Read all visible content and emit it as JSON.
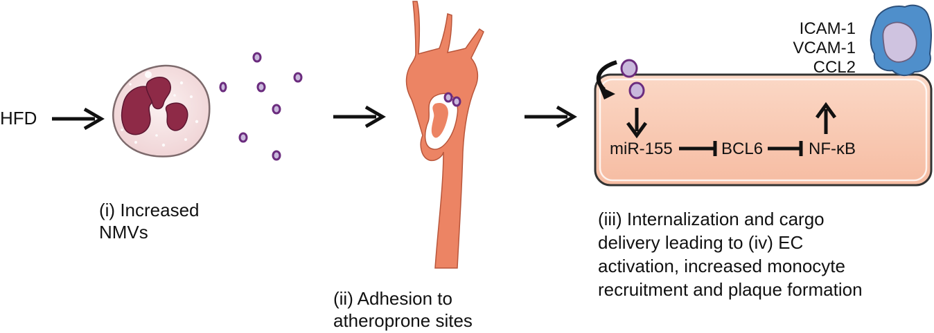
{
  "input": {
    "label": "HFD"
  },
  "steps": [
    {
      "caption_lines": [
        "(i) Increased",
        "NMVs"
      ]
    },
    {
      "caption_lines": [
        "(ii) Adhesion to",
        "atheroprone sites"
      ]
    },
    {
      "caption_lines": [
        "(iii) Internalization and cargo",
        "delivery leading to (iv) EC",
        "activation, increased monocyte",
        "recruitment and plaque formation"
      ]
    }
  ],
  "endothelial_cell": {
    "pathway": {
      "mir": "miR-155",
      "bcl6": "BCL6",
      "nfkb": "NF-κB"
    },
    "markers": [
      "ICAM-1",
      "VCAM-1",
      "CCL2"
    ]
  },
  "colors": {
    "vesicle": "#6b2c7e",
    "vesicle_fill": "#c9b8dc",
    "neutrophil": "#f3dede",
    "nucleus": "#8e2a47",
    "aorta": "#ec8464",
    "ec_fill": "#f8c9b2",
    "monocyte": "#4f8fcb"
  },
  "icons": [
    "arrow-right-icon",
    "arrow-down-icon",
    "arrow-up-icon",
    "inhibit-icon",
    "curved-arrow-icon"
  ]
}
